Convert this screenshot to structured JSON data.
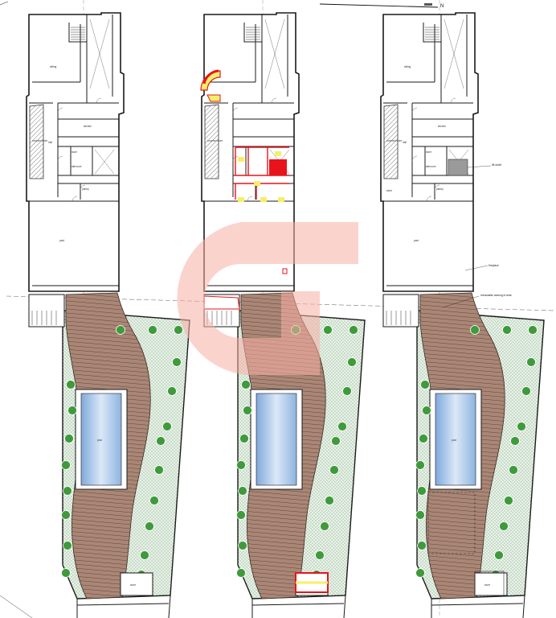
{
  "plans": [
    {
      "id": "existing",
      "rooms": {
        "upper": "sitting",
        "store_left": "covered store",
        "hall": "hall",
        "kitchen": "kitchen",
        "bathroom": "bathroom",
        "store_small": "store",
        "room_a": "pantry",
        "room_b": "",
        "main": "yard",
        "pool": "pool",
        "rear": "store"
      }
    },
    {
      "id": "demolition",
      "rooms": {
        "upper": "",
        "store_left": "covered store",
        "hall": "",
        "kitchen": "",
        "bathroom": "",
        "store_small": "",
        "room_a": "",
        "room_b": "",
        "main": "",
        "pool": "",
        "rear": ""
      }
    },
    {
      "id": "proposed",
      "rooms": {
        "upper": "sitting",
        "store_left": "covered store",
        "hall": "hall",
        "kitchen": "kitchen",
        "bathroom": "bathroom",
        "store_small": "store",
        "room_a": "pantry",
        "room_b": "store",
        "main": "yard",
        "pool": "pool",
        "rear": "store"
      }
    }
  ],
  "annotations": {
    "lift": "lift shaft",
    "fireplace": "fireplace",
    "deck": "retractable awning in teak",
    "pool_tag": "pool"
  },
  "north_label": "N",
  "colors": {
    "deck": "#a98676",
    "garden": "#e9f1e9",
    "tree": "#3f9a3c",
    "pool_water": "#a9c9ec",
    "demolish_red": "#e8141b",
    "demolish_yellow": "#f6ef6a",
    "lift_gray": "#9a9a9a",
    "watermark": "#f26a5b"
  }
}
